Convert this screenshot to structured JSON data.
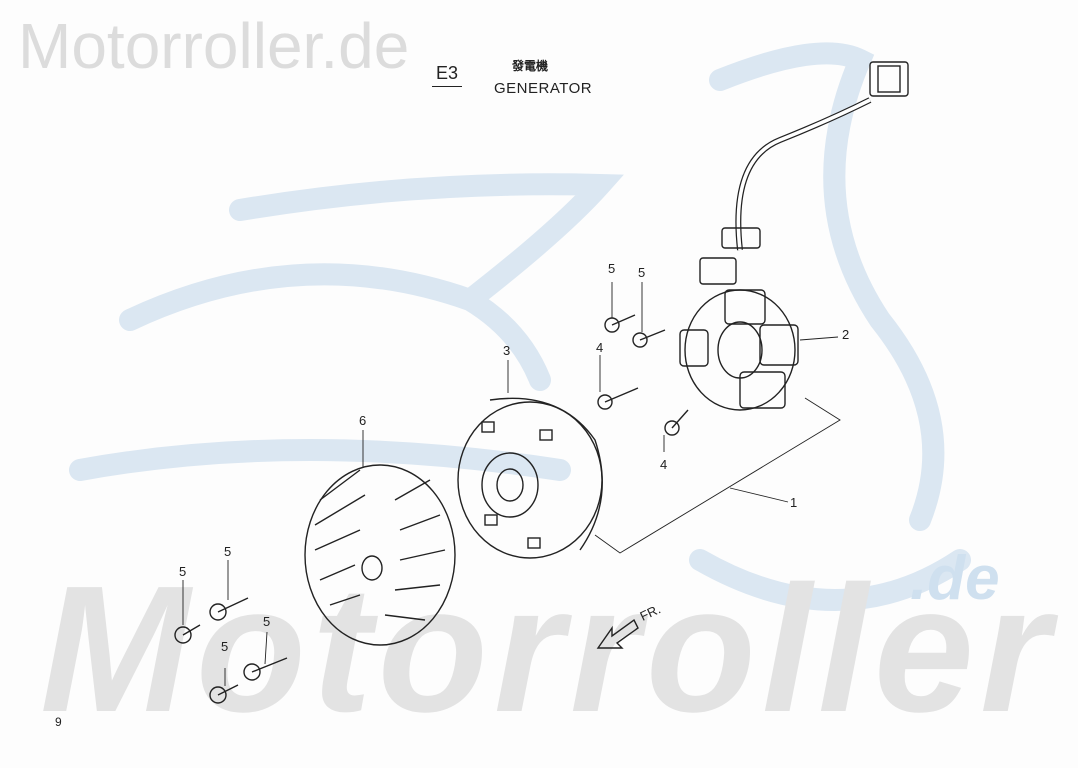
{
  "watermark": {
    "top_text": "Motorroller.de",
    "bottom_text": "Motorroller",
    "bottom_suffix": ".de"
  },
  "header": {
    "section_code": "E3",
    "title_cn": "發電機",
    "title": "GENERATOR"
  },
  "callouts": [
    "1",
    "2",
    "3",
    "4",
    "4",
    "5",
    "5",
    "5",
    "5",
    "5",
    "5",
    "6"
  ],
  "direction_label": "FR.",
  "page_number": "9",
  "colors": {
    "watermark_blue": "#cfe0ef",
    "watermark_gray": "#dcdcdc",
    "line": "#222222"
  }
}
